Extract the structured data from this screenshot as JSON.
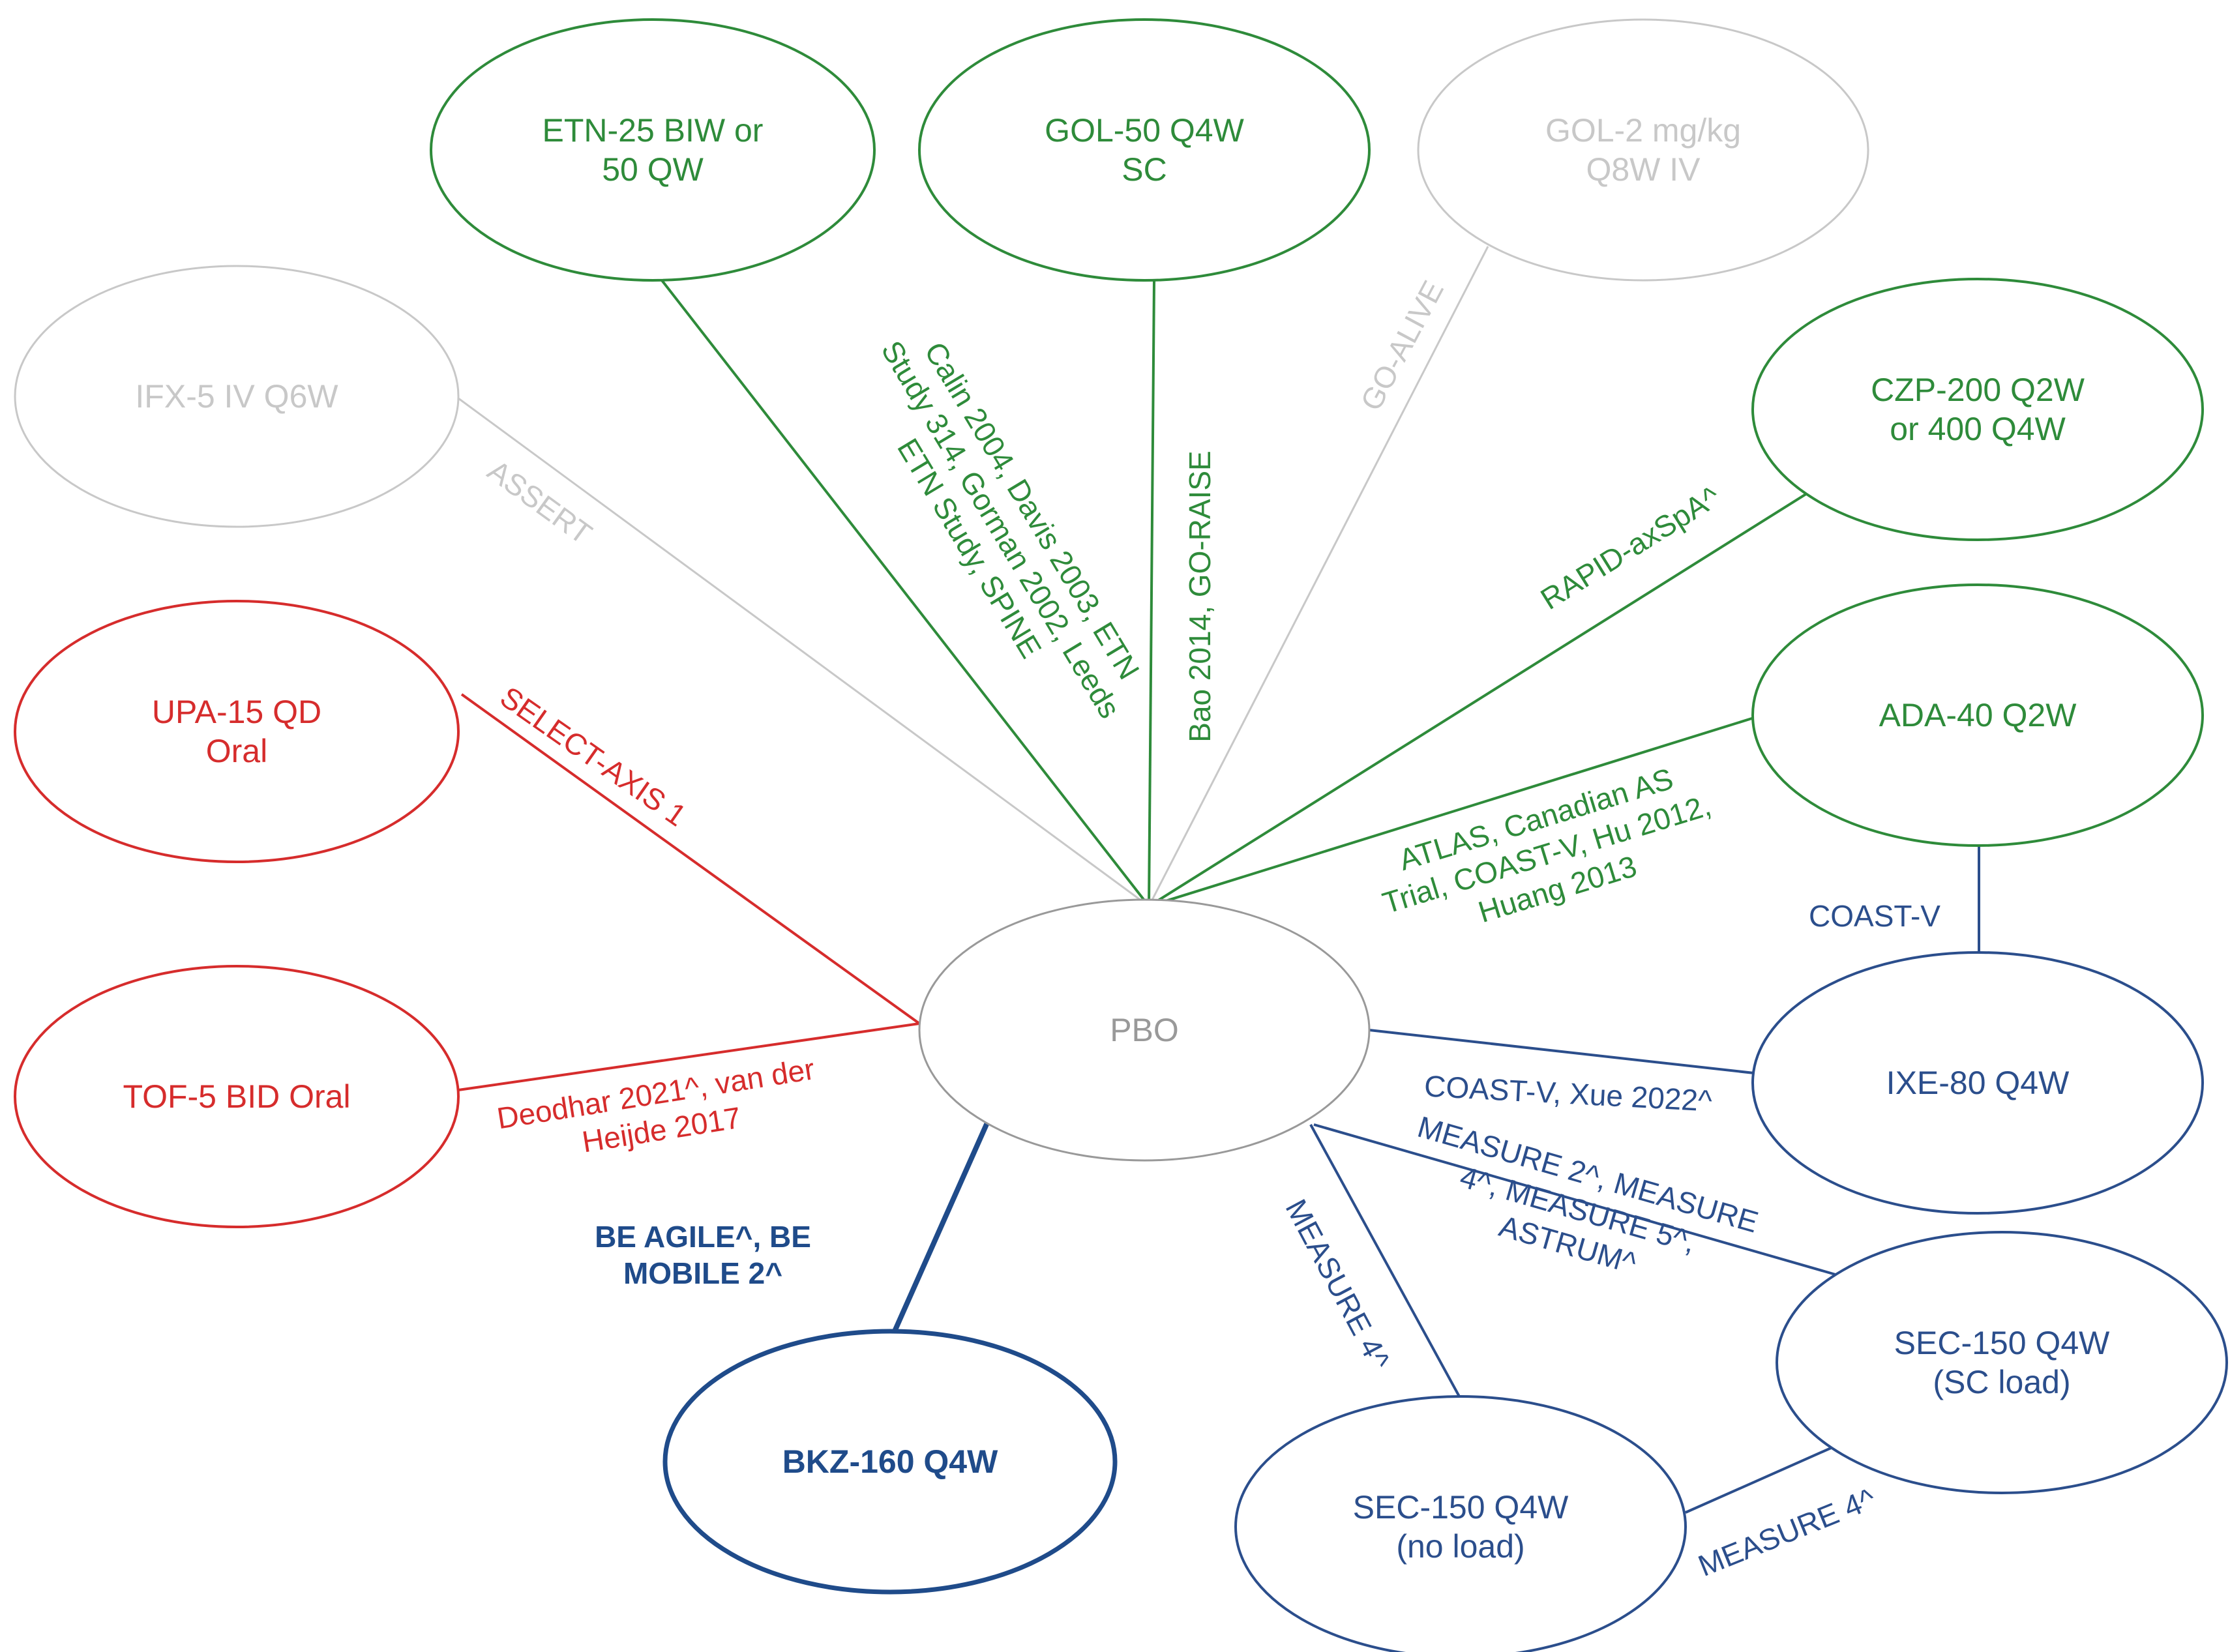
{
  "colors": {
    "green": "#2e8b3a",
    "grey": "#c8c8c8",
    "red": "#d62c2c",
    "blue": "#2b4e8c",
    "dark_blue": "#1f4b8a",
    "center": "#999999"
  },
  "nodes": {
    "etn": {
      "lines": [
        "ETN-25 BIW or",
        "50 QW"
      ]
    },
    "gol50": {
      "lines": [
        "GOL-50 Q4W",
        "SC"
      ]
    },
    "gol2": {
      "lines": [
        "GOL-2 mg/kg",
        "Q8W IV"
      ]
    },
    "ifx": {
      "lines": [
        "IFX-5 IV Q6W"
      ]
    },
    "czp": {
      "lines": [
        "CZP-200 Q2W",
        "or 400 Q4W"
      ]
    },
    "ada": {
      "lines": [
        "ADA-40 Q2W"
      ]
    },
    "upa": {
      "lines": [
        "UPA-15 QD",
        "Oral"
      ]
    },
    "pbo": {
      "lines": [
        "PBO"
      ]
    },
    "ixe": {
      "lines": [
        "IXE-80 Q4W"
      ]
    },
    "tof": {
      "lines": [
        "TOF-5 BID Oral"
      ]
    },
    "sec_sc": {
      "lines": [
        "SEC-150 Q4W",
        "(SC load)"
      ]
    },
    "bkz": {
      "lines": [
        "BKZ-160 Q4W"
      ]
    },
    "sec_nl": {
      "lines": [
        "SEC-150 Q4W",
        "(no load)"
      ]
    }
  },
  "edges": {
    "etn_pbo": {
      "lines": [
        "Calin 2004, Davis 2003, ETN",
        "Study 314, Gorman 2002, Leeds",
        "ETN Study, SPINE"
      ]
    },
    "gol50_pbo": {
      "lines": [
        "Bao 2014, GO-RAISE"
      ]
    },
    "gol2_pbo": {
      "lines": [
        "GO-ALIVE"
      ]
    },
    "ifx_pbo": {
      "lines": [
        "ASSERT"
      ]
    },
    "czp_pbo": {
      "lines": [
        "RAPID-axSpA^"
      ]
    },
    "ada_pbo": {
      "lines": [
        "ATLAS, Canadian AS",
        "Trial, COAST-V, Hu 2012,",
        "Huang 2013"
      ]
    },
    "upa_pbo": {
      "lines": [
        "SELECT-AXIS 1"
      ]
    },
    "tof_pbo": {
      "lines": [
        "Deodhar 2021^, van der",
        "Heijde 2017"
      ]
    },
    "ada_ixe": {
      "lines": [
        "COAST-V"
      ]
    },
    "ixe_pbo": {
      "lines": [
        "COAST-V, Xue 2022^"
      ]
    },
    "secsc_pbo": {
      "lines": [
        "MEASURE 2^, MEASURE",
        "4^, MEASURE 5^,",
        "ASTRUM^"
      ]
    },
    "secnl_pbo": {
      "lines": [
        "MEASURE 4^"
      ]
    },
    "bkz_pbo": {
      "lines": [
        "BE AGILE^,  BE",
        "MOBILE 2^"
      ]
    },
    "secnl_secsc": {
      "lines": [
        "MEASURE 4^"
      ]
    }
  }
}
